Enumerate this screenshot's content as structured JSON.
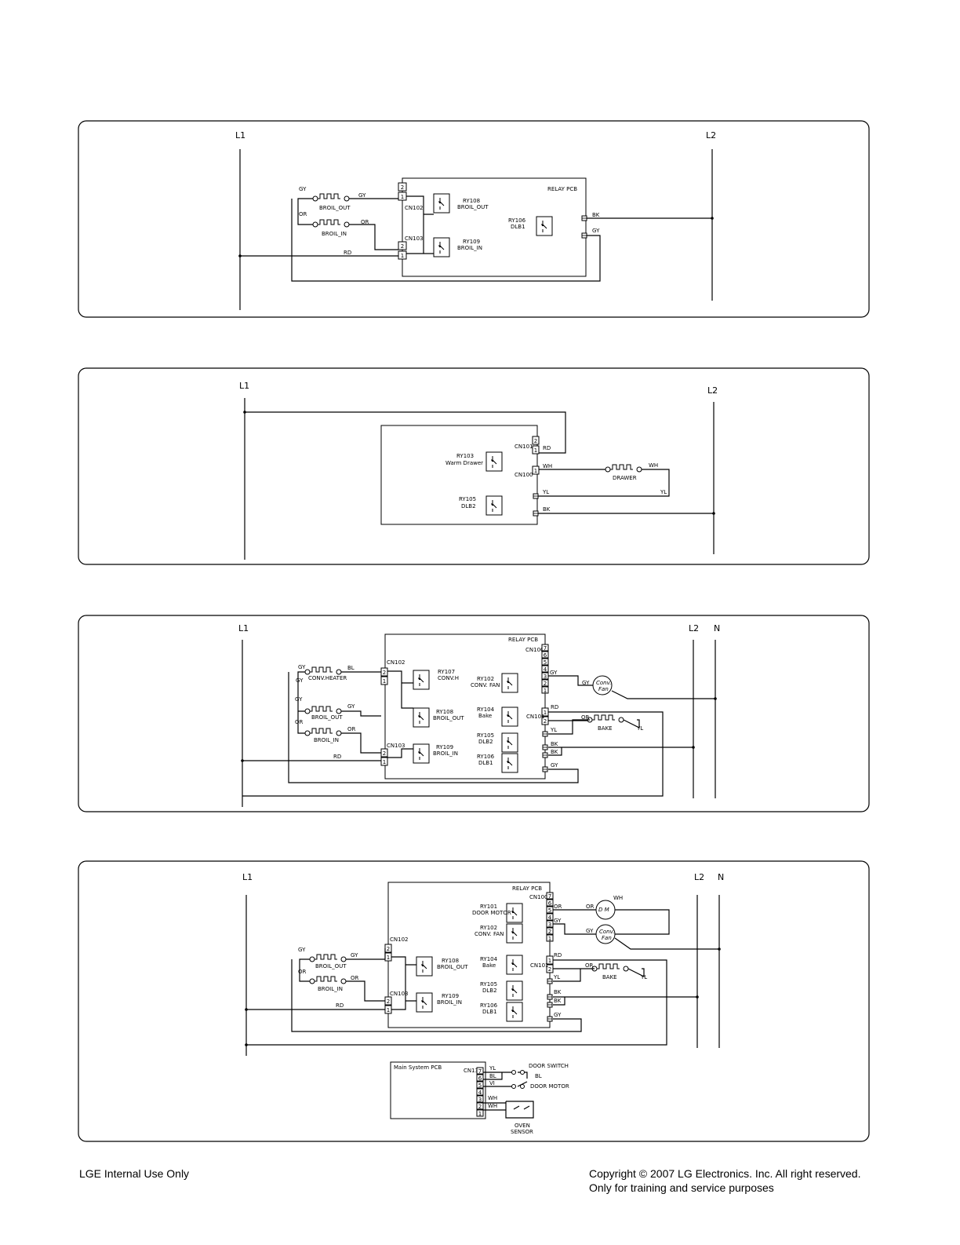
{
  "footer": {
    "left": "LGE Internal Use Only",
    "right_line1": "Copyright © 2007 LG Electronics. Inc. All right reserved.",
    "right_line2": "Only for training and service purposes"
  },
  "d1": {
    "l1": "L1",
    "l2": "L2",
    "relay_pcb": "RELAY PCB",
    "cn102": "CN102",
    "cn103": "CN103",
    "ry108": "RY108",
    "ry108_sub": "BROIL_OUT",
    "ry109": "RY109",
    "ry109_sub": "BROIL_IN",
    "ry106": "RY106",
    "ry106_sub": "DLB1",
    "broil_out": "BROIL_OUT",
    "broil_in": "BROIL_IN",
    "gy": "GY",
    "or": "OR",
    "rd": "RD",
    "bk": "BK",
    "p2": "2",
    "p1": "1"
  },
  "d2": {
    "l1": "L1",
    "l2": "L2",
    "cn101": "CN101",
    "cn100": "CN100",
    "ry103": "RY103",
    "ry103_sub": "Warm Drawer",
    "ry105": "RY105",
    "ry105_sub": "DLB2",
    "drawer": "DRAWER",
    "rd": "RD",
    "wh": "WH",
    "yl": "YL",
    "bk": "BK",
    "p2": "2",
    "p1": "1"
  },
  "d3": {
    "l1": "L1",
    "l2": "L2",
    "n": "N",
    "relay_pcb": "RELAY PCB",
    "cn100": "CN100",
    "cn101": "CN101",
    "cn102": "CN102",
    "cn103": "CN103",
    "ry107": "RY107",
    "ry107_sub": "CONV.H",
    "ry108": "RY108",
    "ry108_sub": "BROIL_OUT",
    "ry109": "RY109",
    "ry109_sub": "BROIL_IN",
    "ry102": "RY102",
    "ry102_sub": "CONV. FAN",
    "ry104": "RY104",
    "ry104_sub": "Bake",
    "ry105": "RY105",
    "ry105_sub": "DLB2",
    "ry106": "RY106",
    "ry106_sub": "DLB1",
    "conv_heater": "CONV.HEATER",
    "broil_out": "BROIL_OUT",
    "broil_in": "BROIL_IN",
    "bake": "BAKE",
    "conv_fan_1": "Conv.",
    "conv_fan_2": "Fan",
    "gy": "GY",
    "bl": "BL",
    "or": "OR",
    "rd": "RD",
    "yl": "YL",
    "bk": "BK",
    "p7": "7",
    "p6": "6",
    "p5": "5",
    "p4": "4",
    "p3": "3",
    "p2": "2",
    "p1": "1"
  },
  "d4": {
    "l1": "L1",
    "l2": "L2",
    "n": "N",
    "relay_pcb": "RELAY PCB",
    "cn100": "CN100",
    "cn101": "CN101",
    "cn102": "CN102",
    "cn103": "CN103",
    "ry101": "RY101",
    "ry101_sub": "DOOR MOTOR",
    "ry102": "RY102",
    "ry102_sub": "CONV. FAN",
    "ry104": "RY104",
    "ry104_sub": "Bake",
    "ry105": "RY105",
    "ry105_sub": "DLB2",
    "ry106": "RY106",
    "ry106_sub": "DLB1",
    "ry108": "RY108",
    "ry108_sub": "BROIL_OUT",
    "ry109": "RY109",
    "ry109_sub": "BROIL_IN",
    "broil_out": "BROIL_OUT",
    "broil_in": "BROIL_IN",
    "bake": "BAKE",
    "dm": "D M",
    "conv_fan_1": "Conv.",
    "conv_fan_2": "Fan",
    "main_pcb": "Main System PCB",
    "cn13": "CN13",
    "door_switch": "DOOR SWITCH",
    "door_motor": "DOOR MOTOR",
    "oven_sensor_1": "OVEN",
    "oven_sensor_2": "SENSOR",
    "gy": "GY",
    "or": "OR",
    "rd": "RD",
    "yl": "YL",
    "bk": "BK",
    "wh": "WH",
    "bl": "BL",
    "vi": "VI",
    "p7": "7",
    "p6": "6",
    "p5": "5",
    "p4": "4",
    "p3": "3",
    "p2": "2",
    "p1": "1"
  }
}
